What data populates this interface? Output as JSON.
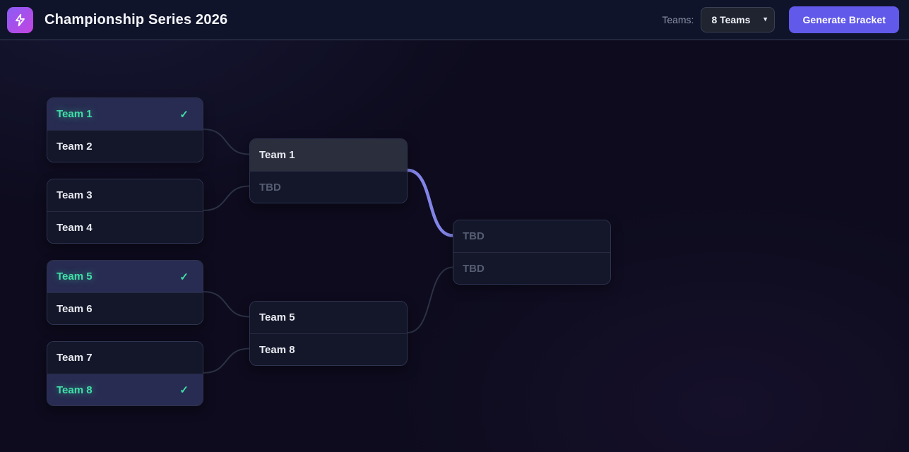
{
  "header": {
    "title": "Championship Series 2026",
    "teams_label": "Teams:",
    "teams_select_value": "8 Teams",
    "generate_button_label": "Generate Bracket"
  },
  "icons": {
    "logo": "lightning-bolt-icon",
    "select": "chevron-down-icon",
    "winner": "check-icon"
  },
  "colors": {
    "accent_button": "#6159ea",
    "logo_gradient_start": "#8b5cf6",
    "logo_gradient_end": "#c344e0",
    "winner_green": "#40e0a8",
    "winner_slot_bg": "#282c52",
    "connector_default": "#2c3246",
    "connector_highlight": "#8284e8"
  },
  "bracket": {
    "check_glyph": "✓",
    "rounds": [
      {
        "matches": [
          {
            "slots": [
              {
                "name": "Team 1",
                "status": "winner"
              },
              {
                "name": "Team 2",
                "status": "normal"
              }
            ]
          },
          {
            "slots": [
              {
                "name": "Team 3",
                "status": "normal"
              },
              {
                "name": "Team 4",
                "status": "normal"
              }
            ]
          },
          {
            "slots": [
              {
                "name": "Team 5",
                "status": "winner"
              },
              {
                "name": "Team 6",
                "status": "normal"
              }
            ]
          },
          {
            "slots": [
              {
                "name": "Team 7",
                "status": "normal"
              },
              {
                "name": "Team 8",
                "status": "winner"
              }
            ]
          }
        ]
      },
      {
        "matches": [
          {
            "slots": [
              {
                "name": "Team 1",
                "status": "hover"
              },
              {
                "name": "TBD",
                "status": "tbd"
              }
            ]
          },
          {
            "slots": [
              {
                "name": "Team 5",
                "status": "normal"
              },
              {
                "name": "Team 8",
                "status": "normal"
              }
            ]
          }
        ]
      },
      {
        "matches": [
          {
            "slots": [
              {
                "name": "TBD",
                "status": "tbd"
              },
              {
                "name": "TBD",
                "status": "tbd"
              }
            ]
          }
        ]
      }
    ],
    "highlighted_connector": {
      "from_round": 1,
      "from_match": 0
    }
  }
}
